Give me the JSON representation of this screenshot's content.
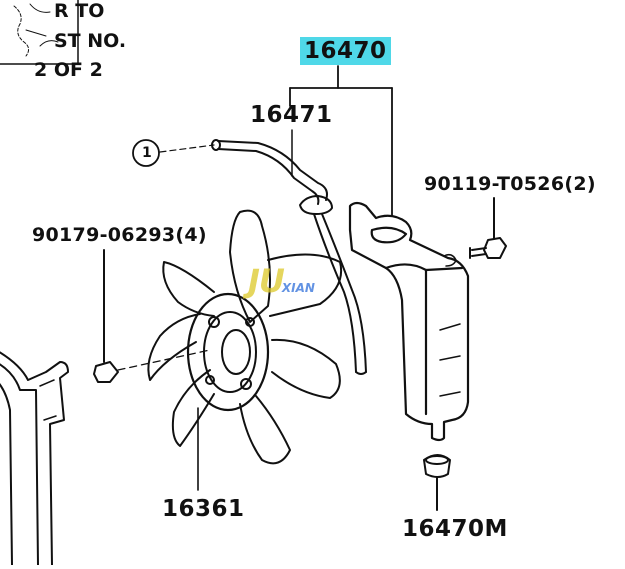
{
  "note": {
    "line1": "R TO",
    "line2": "ST NO.",
    "line3": "2 OF 2"
  },
  "callout": "1",
  "parts": {
    "reservoir_assy": "16470",
    "hose": "16471",
    "bolt": "90119-T0526(2)",
    "nut": "90179-06293(4)",
    "fan": "16361",
    "cap": "16470M"
  },
  "watermark": {
    "main": "JU",
    "sub": "XIAN"
  },
  "colors": {
    "highlight": "#4fd8e8",
    "ink": "#111111"
  }
}
